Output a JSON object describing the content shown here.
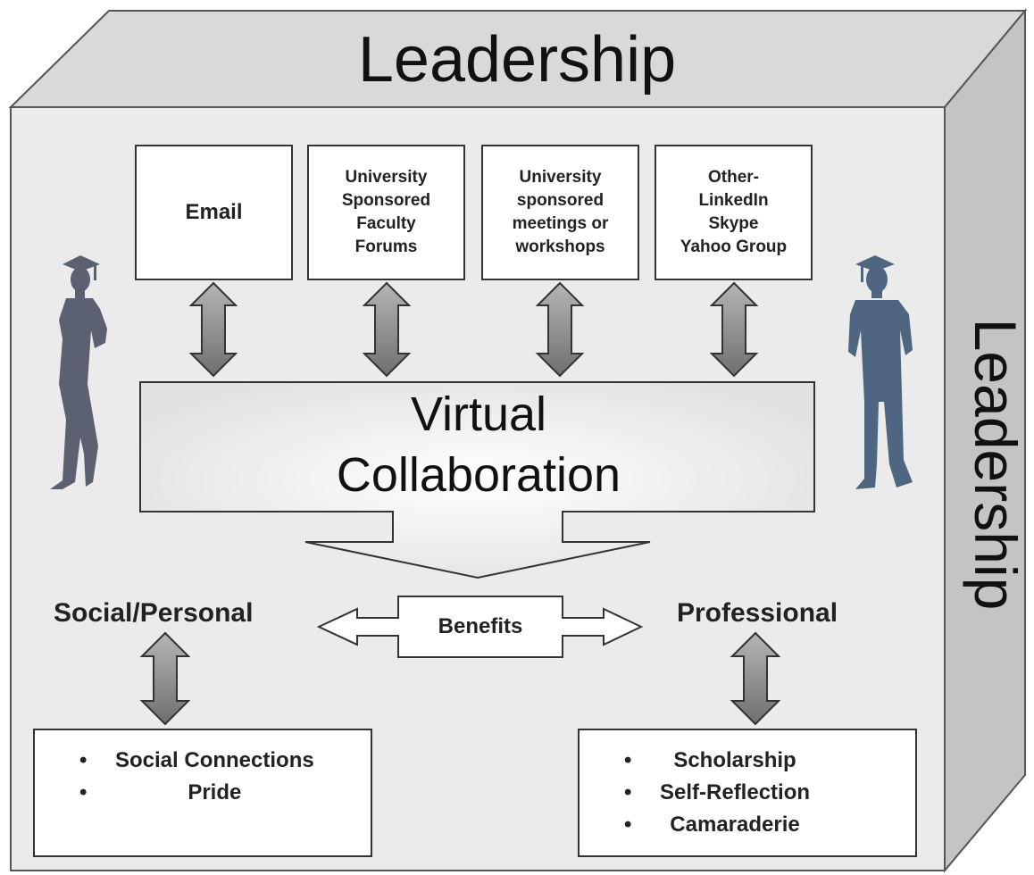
{
  "outer_title_top": "Leadership",
  "outer_title_side": "Leadership",
  "channels": [
    {
      "text": "Email"
    },
    {
      "text": "University\nSponsored\nFaculty\nForums"
    },
    {
      "text": "University\nsponsored\nmeetings or\nworkshops"
    },
    {
      "text": "Other-\nLinkedIn\nSkype\nYahoo Group"
    }
  ],
  "center": "Virtual\nCollaboration",
  "benefits": {
    "label": "Benefits",
    "left": {
      "title": "Social/Personal",
      "items": [
        "Social Connections",
        "Pride"
      ]
    },
    "right": {
      "title": "Professional",
      "items": [
        "Scholarship",
        "Self-Reflection",
        "Camaraderie"
      ]
    }
  },
  "colors": {
    "panel": "#ebebeb",
    "top_face": "#d9d9d9",
    "side_face": "#c4c4c4",
    "arrow": "#8c8c8c",
    "silhouette_left": "#5b6170",
    "silhouette_right": "#4f6680"
  }
}
